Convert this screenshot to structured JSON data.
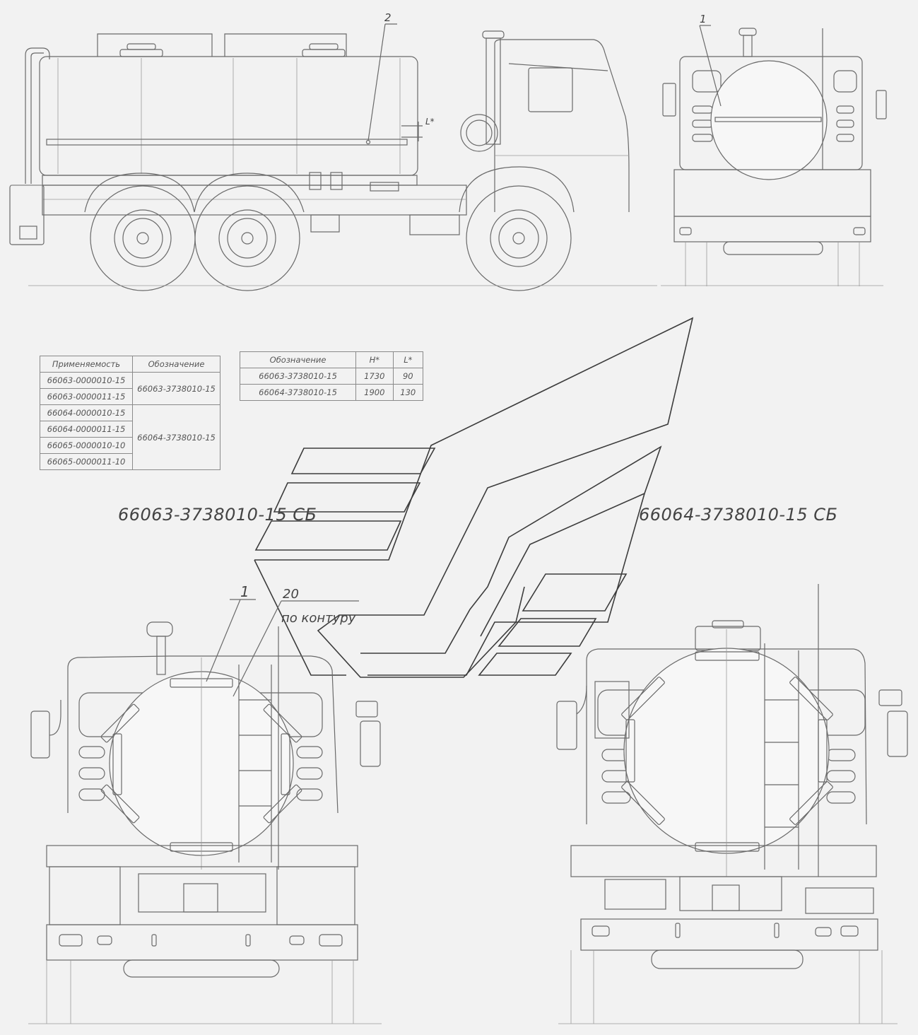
{
  "callouts": {
    "side_view_item": "2",
    "side_view_dim": "L*",
    "rear_view_item": "1",
    "front_left_item": "1",
    "weld_size": "20",
    "weld_note": "по контуру"
  },
  "applicability_table": {
    "headers": [
      "Применяемость",
      "Обозначение"
    ],
    "groups": [
      {
        "codes": [
          "66063-0000010-15",
          "66063-0000011-15"
        ],
        "designation": "66063-3738010-15"
      },
      {
        "codes": [
          "66064-0000010-15",
          "66064-0000011-15",
          "66065-0000010-10",
          "66065-0000011-10"
        ],
        "designation": "66064-3738010-15"
      }
    ]
  },
  "dimension_table": {
    "headers": [
      "Обозначение",
      "H*",
      "L*"
    ],
    "rows": [
      [
        "66063-3738010-15",
        "1730",
        "90"
      ],
      [
        "66064-3738010-15",
        "1900",
        "130"
      ]
    ]
  },
  "captions": {
    "left_assembly": "66063-3738010-15 СБ",
    "right_assembly": "66064-3738010-15 СБ"
  },
  "colors": {
    "background": "#f2f2f2",
    "line": "#6a6a6a",
    "heavy_line": "#3c3c3c"
  }
}
